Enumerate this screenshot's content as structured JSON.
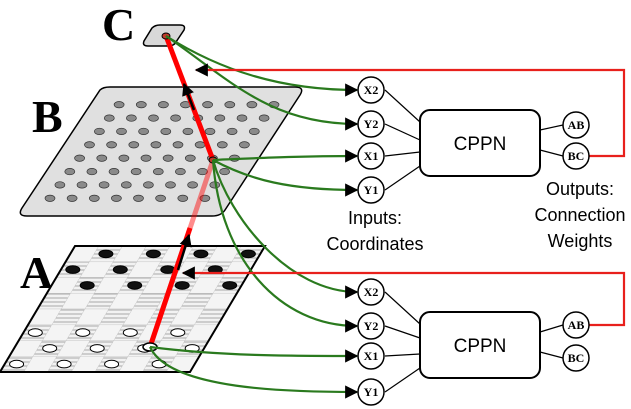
{
  "layers": {
    "a": "A",
    "b": "B",
    "c": "C"
  },
  "cppn_label": "CPPN",
  "inputs": [
    "X2",
    "Y2",
    "X1",
    "Y1"
  ],
  "outputs": [
    "AB",
    "BC"
  ],
  "captions": {
    "inputs_line1": "Inputs:",
    "inputs_line2": "Coordinates",
    "outputs_line1": "Outputs:",
    "outputs_line2": "Connection",
    "outputs_line3": "Weights"
  },
  "colors": {
    "query_arrow": "#2a7a1e",
    "output_arrow": "#e8201c",
    "connection": "#ff0000",
    "plate_b": "#e0e0e0",
    "checker_light": "#f4f4f4",
    "checker_dark": "#c8c8c8"
  }
}
